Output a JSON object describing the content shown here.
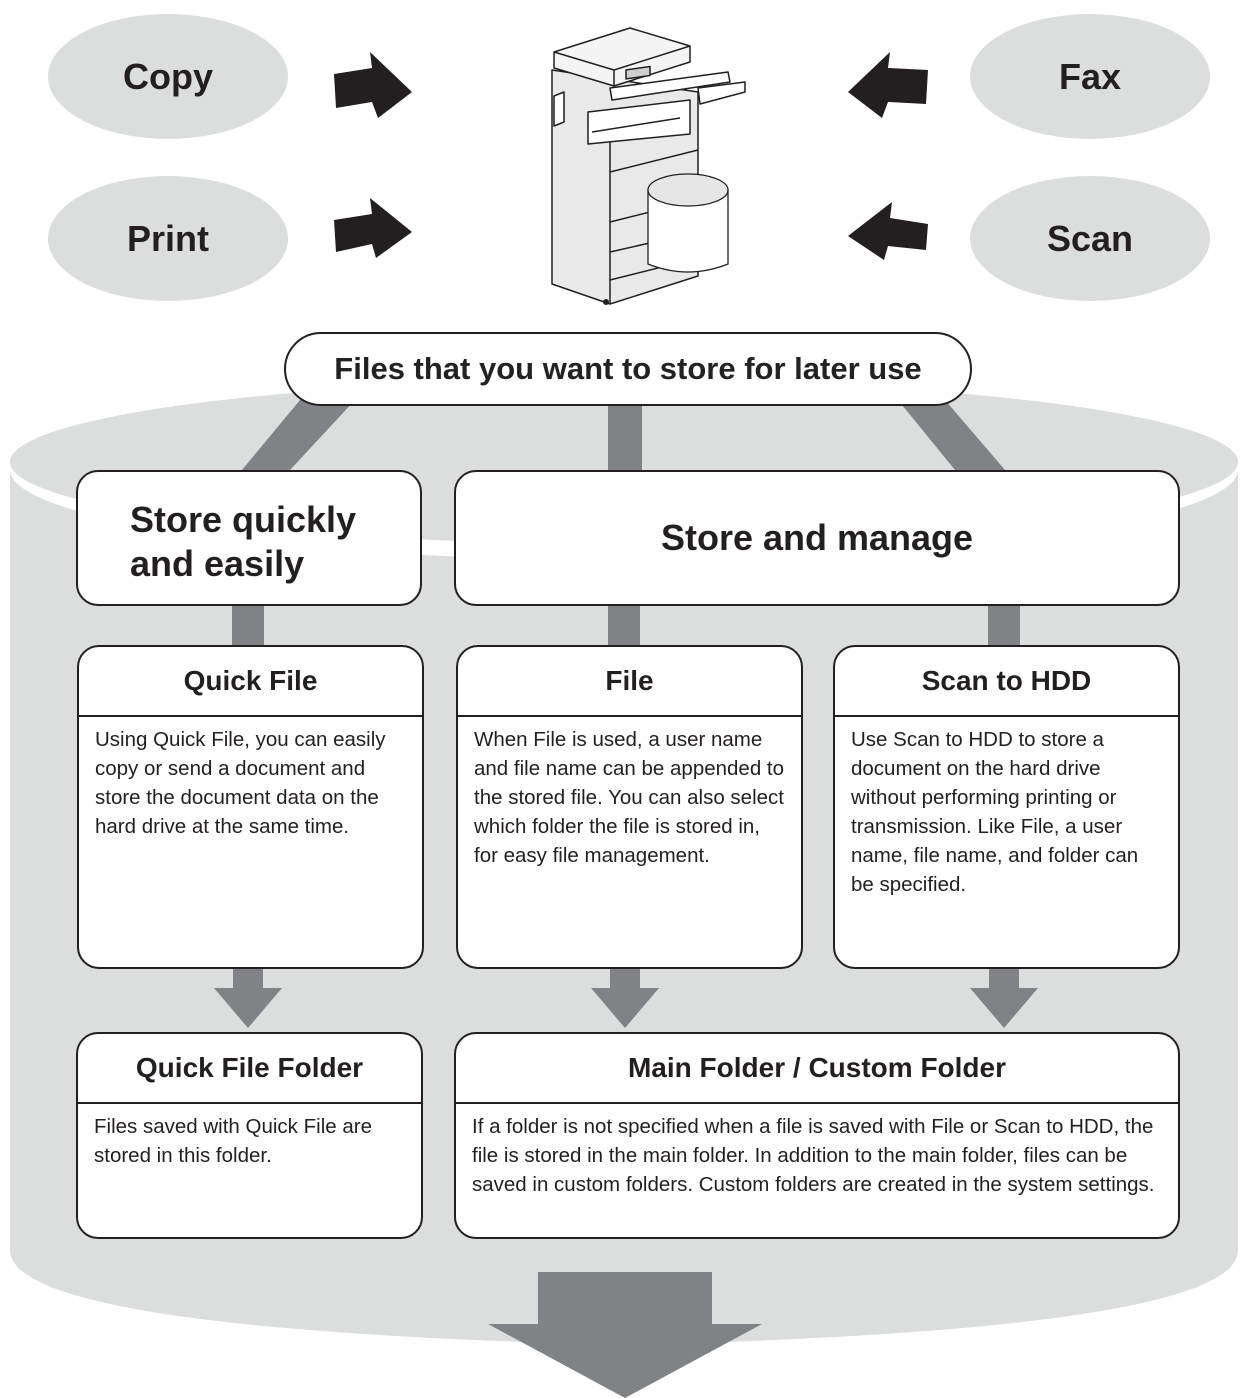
{
  "inputs": {
    "copy": "Copy",
    "print": "Print",
    "fax": "Fax",
    "scan": "Scan"
  },
  "top_label": "Files that you want to store for later use",
  "categories": {
    "quick": "Store quickly and easily",
    "manage": "Store and manage"
  },
  "modes": {
    "quick_file": {
      "title": "Quick File",
      "text": "Using Quick File, you can easily copy or send a document and store the document data on the hard drive at the same time."
    },
    "file": {
      "title": "File",
      "text": "When File is used, a user name and file name can be appended to the stored file. You can also select which folder the file is stored in, for easy file management."
    },
    "scan_to_hdd": {
      "title": "Scan to HDD",
      "text": "Use Scan to HDD to store a document on the hard drive without performing printing or transmission. Like File, a user name, file name, and folder can be specified."
    }
  },
  "folders": {
    "quick_folder": {
      "title": "Quick File Folder",
      "text": "Files saved with Quick File are stored in this folder."
    },
    "main_folder": {
      "title": "Main Folder / Custom Folder",
      "text": "If a folder is not specified when a file is saved with File or Scan to HDD, the file is stored in the main folder. In addition to the main folder, files can be saved in custom folders. Custom folders are created in the system settings."
    }
  },
  "colors": {
    "oval": "#dcdddd",
    "cylinder": "#dcdddd",
    "connector": "#808285",
    "outline": "#231f20"
  }
}
